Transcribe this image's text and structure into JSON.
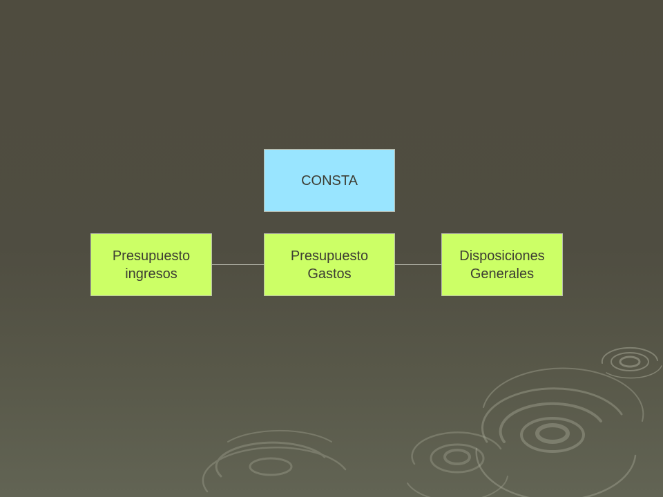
{
  "diagram": {
    "top": {
      "label": "CONSTA"
    },
    "children": [
      {
        "label": "Presupuesto\ningresos"
      },
      {
        "label": "Presupuesto\nGastos"
      },
      {
        "label": "Disposiciones\nGenerales"
      }
    ]
  },
  "colors": {
    "background": "#4f4d41",
    "top_box_fill": "#99e5ff",
    "child_box_fill": "#ccff66",
    "box_text": "#3d3d33",
    "connector_line": "#c8c9bd"
  }
}
